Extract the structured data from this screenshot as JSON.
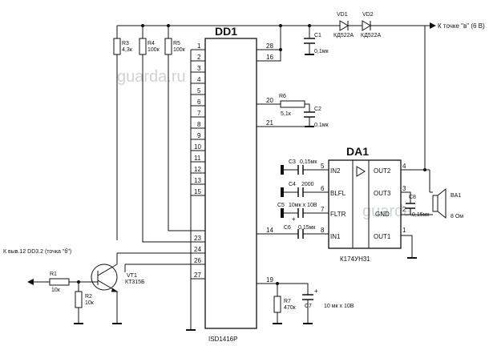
{
  "watermark": [
    "guarda.ru",
    "guarda"
  ],
  "dd1": {
    "name": "DD1",
    "part": "ISD1416P",
    "pins_left": [
      "1",
      "2",
      "3",
      "4",
      "5",
      "6",
      "7",
      "8",
      "9",
      "10",
      "11",
      "12",
      "13",
      "15",
      "23",
      "24",
      "26",
      "27"
    ],
    "pins_right": [
      "28",
      "16",
      "20",
      "21",
      "14",
      "19"
    ]
  },
  "da1": {
    "name": "DA1",
    "part": "К174УН31",
    "left_pins": [
      {
        "num": "5",
        "label": "IN2"
      },
      {
        "num": "6",
        "label": "BLFL"
      },
      {
        "num": "7",
        "label": "FLTR"
      },
      {
        "num": "8",
        "label": "IN1"
      }
    ],
    "right_pins": [
      {
        "num": "4",
        "label": "OUT2"
      },
      {
        "num": "3",
        "label": "OUT3"
      },
      {
        "num": "2",
        "label": "GND"
      },
      {
        "num": "1",
        "label": "OUT1"
      }
    ]
  },
  "components": {
    "r1": {
      "ref": "R1",
      "value": "10к"
    },
    "r2": {
      "ref": "R2",
      "value": "10к"
    },
    "r3": {
      "ref": "R3",
      "value": "4,3к"
    },
    "r4": {
      "ref": "R4",
      "value": "100к"
    },
    "r5": {
      "ref": "R5",
      "value": "100к"
    },
    "r6": {
      "ref": "R6",
      "value": "5,1к"
    },
    "r7": {
      "ref": "R7",
      "value": "470к"
    },
    "c1": {
      "ref": "C1",
      "value": "0,1мк"
    },
    "c2": {
      "ref": "C2",
      "value": "0,1мк"
    },
    "c3": {
      "ref": "C3",
      "value": "0,15мк"
    },
    "c4": {
      "ref": "C4",
      "value": "2000"
    },
    "c5": {
      "ref": "C5",
      "value": "10мк х 10В"
    },
    "c6": {
      "ref": "C6",
      "value": "0,15мк"
    },
    "c7": {
      "ref": "C7",
      "value": "10 мк х 10В"
    },
    "c8": {
      "ref": "C8",
      "value": "0,15мк"
    },
    "vd1": {
      "ref": "VD1",
      "value": "КД522А"
    },
    "vd2": {
      "ref": "VD2",
      "value": "КД522А"
    },
    "vt1": {
      "ref": "VT1",
      "value": "КТ315Б"
    },
    "ba1": {
      "ref": "BA1",
      "value": "8 Ом"
    }
  },
  "labels": {
    "power": "К точке \"в\" (6 В)",
    "input": "К выв.12 DD3.2 (точка \"б\")"
  }
}
